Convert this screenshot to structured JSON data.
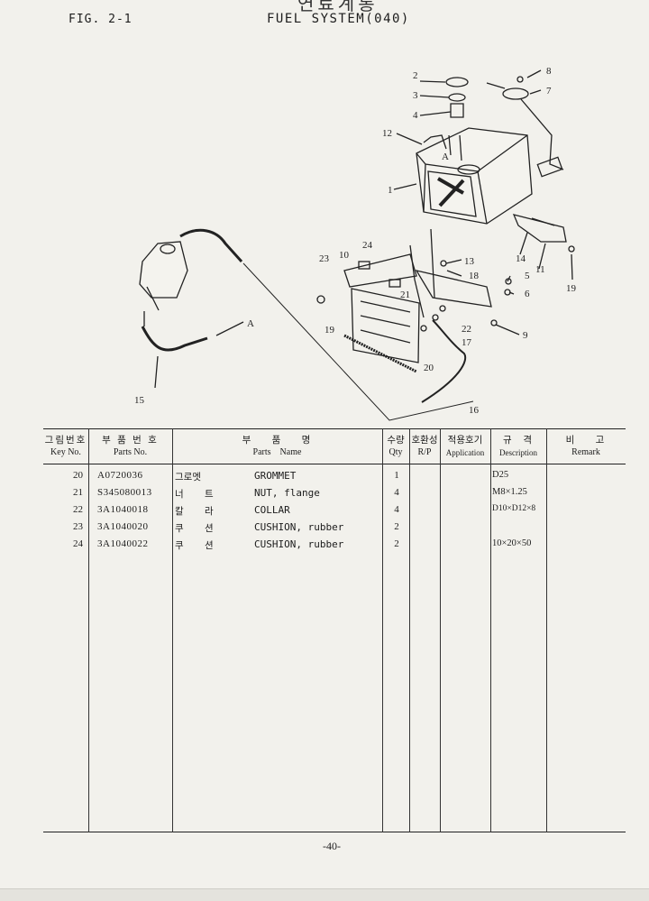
{
  "header": {
    "fig_number": "FIG. 2-1",
    "title": "FUEL SYSTEM(040)",
    "top_cut_text": "연료계통"
  },
  "diagram": {
    "callouts": [
      "1",
      "2",
      "3",
      "4",
      "5",
      "6",
      "7",
      "8",
      "9",
      "10",
      "11",
      "12",
      "13",
      "14",
      "15",
      "16",
      "17",
      "18",
      "19",
      "19",
      "20",
      "21",
      "22",
      "23",
      "24",
      "A",
      "A"
    ]
  },
  "table": {
    "headers": [
      {
        "ko": "그림번호",
        "en": "Key No."
      },
      {
        "ko": "부 품 번 호",
        "en": "Parts No."
      },
      {
        "ko": "부    품    명",
        "en": "Parts    Name"
      },
      {
        "ko": "수량",
        "en": "Qty"
      },
      {
        "ko": "호환성",
        "en": "R/P"
      },
      {
        "ko": "적용호기",
        "en": "Application"
      },
      {
        "ko": "규  격",
        "en": "Description"
      },
      {
        "ko": "비    고",
        "en": "Remark"
      }
    ],
    "rows": [
      {
        "key": "20",
        "part": "A0720036",
        "ko": "그로멧",
        "en": "GROMMET",
        "qty": "1",
        "desc": "D25"
      },
      {
        "key": "21",
        "part": "S345080013",
        "ko": "너 트",
        "en": "NUT, flange",
        "qty": "4",
        "desc": "M8×1.25"
      },
      {
        "key": "22",
        "part": "3A1040018",
        "ko": "칼 라",
        "en": "COLLAR",
        "qty": "4",
        "desc": "D10×D12×8"
      },
      {
        "key": "23",
        "part": "3A1040020",
        "ko": "쿠 션",
        "en": "CUSHION, rubber",
        "qty": "2",
        "desc": ""
      },
      {
        "key": "24",
        "part": "3A1040022",
        "ko": "쿠 션",
        "en": "CUSHION, rubber",
        "qty": "2",
        "desc": "10×20×50"
      }
    ]
  },
  "footer": {
    "page_number": "-40-"
  }
}
